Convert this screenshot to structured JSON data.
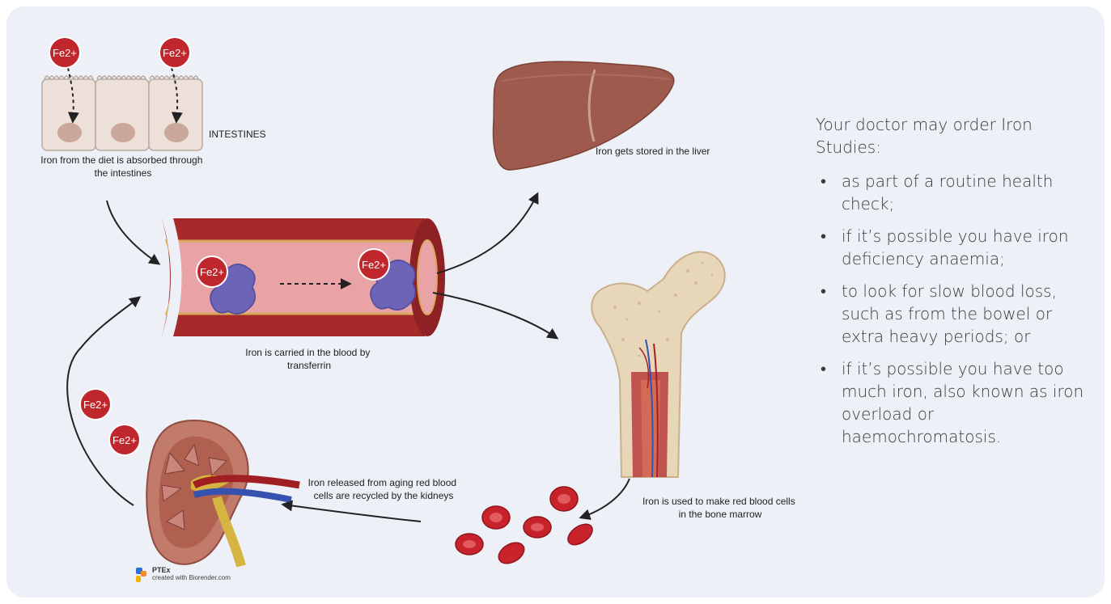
{
  "diagram": {
    "fe_label": "Fe2+",
    "intestine_label": "INTESTINES",
    "intestine_caption": [
      "Iron from the diet is absorbed through",
      "the intestines"
    ],
    "blood_caption": [
      "Iron is carried in the blood by",
      "transferrin"
    ],
    "liver_caption": "Iron gets stored in the liver",
    "marrow_caption": [
      "Iron is used to make red blood cells",
      "in the bone marrow"
    ],
    "kidney_caption": [
      "Iron released from aging red blood",
      "cells are recycled by the kidneys"
    ],
    "credit_title": "PTEx",
    "credit_sub": "created with Biorender.com",
    "colors": {
      "panel": "#edf0f7",
      "fe": "#c0272d",
      "vessel": "#a72a2b",
      "plasma": "#e9a3a6",
      "transferrin": "#6d64b8",
      "liver": "#9e5a4d",
      "gallbladder": "#69a25c",
      "bone": "#e8d6b8",
      "rbc": "#c8232b"
    }
  },
  "sidebar": {
    "title": "Your doctor may order Iron Studies:",
    "items": [
      "as part of a routine health check;",
      "if it’s possible you have iron deficiency anaemia;",
      "to look for slow blood loss, such as from the bowel or extra heavy periods; or",
      "if it’s possible you have too much iron, also known as iron overload or haemochromatosis."
    ]
  }
}
